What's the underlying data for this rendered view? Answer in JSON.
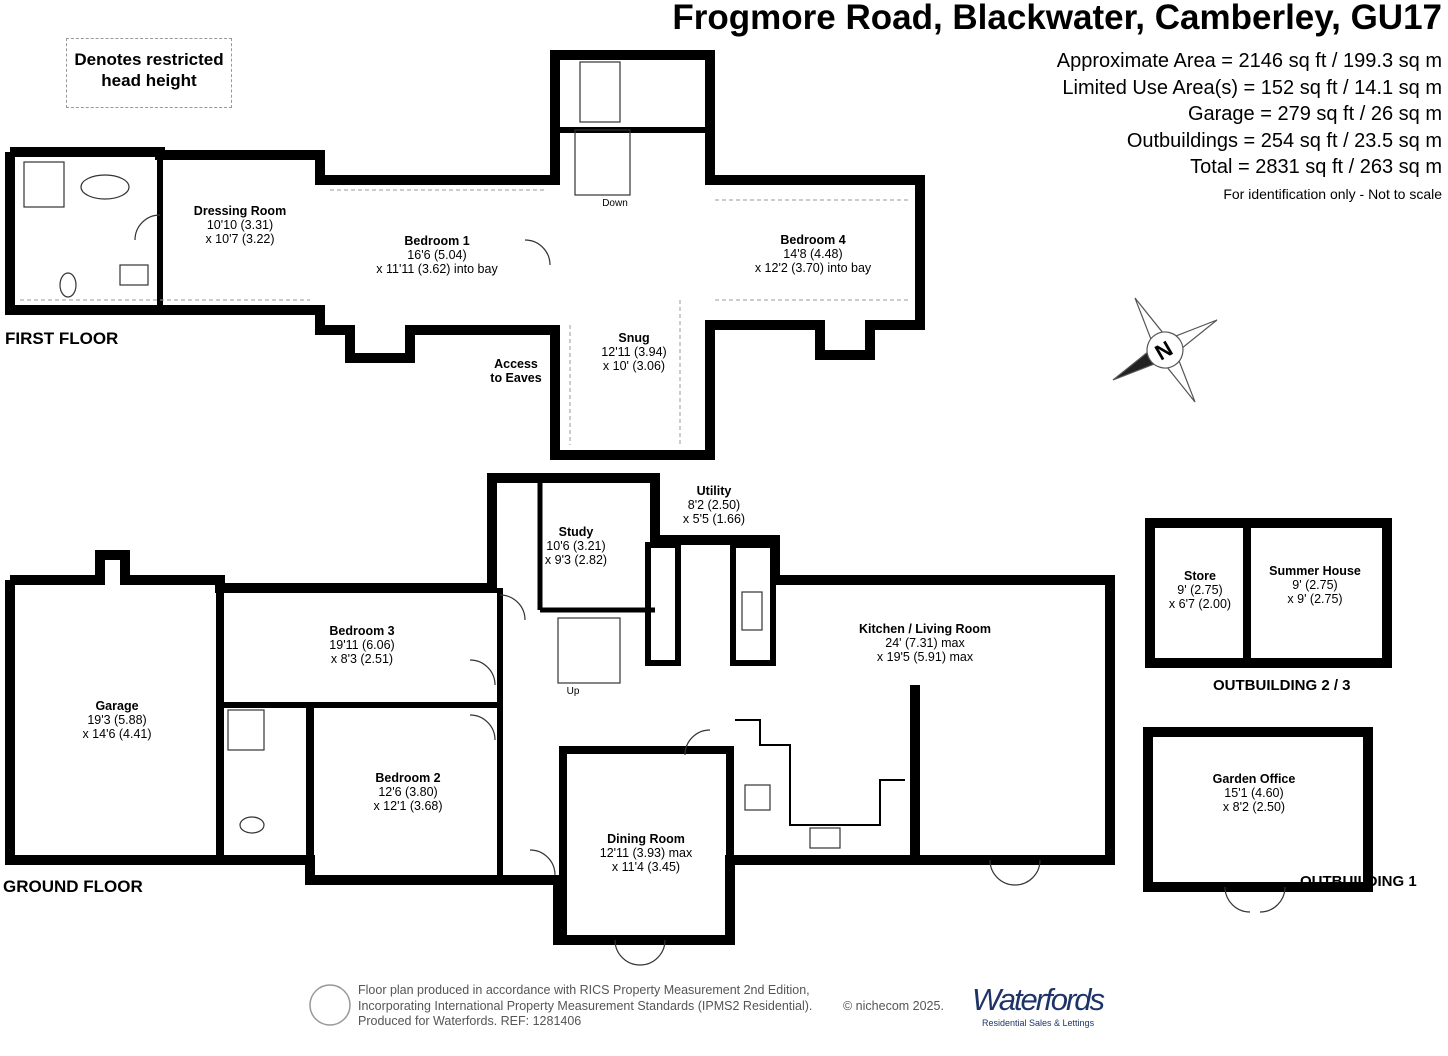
{
  "header": {
    "title": "Frogmore Road, Blackwater, Camberley, GU17",
    "areas": [
      "Approximate Area = 2146 sq ft / 199.3 sq m",
      "Limited Use Area(s) = 152 sq ft / 14.1 sq m",
      "Garage = 279 sq ft / 26 sq m",
      "Outbuildings = 254 sq ft / 23.5 sq m",
      "Total = 2831 sq ft / 263 sq m"
    ],
    "note": "For identification only - Not to scale"
  },
  "legend": {
    "line1": "Denotes restricted",
    "line2": "head height"
  },
  "floors": {
    "first": "FIRST FLOOR",
    "ground": "GROUND FLOOR",
    "out23": "OUTBUILDING 2 / 3",
    "out1": "OUTBUILDING 1"
  },
  "rooms": {
    "dressing": {
      "name": "Dressing Room",
      "d1": "10'10 (3.31)",
      "d2": "x 10'7 (3.22)"
    },
    "bed1": {
      "name": "Bedroom 1",
      "d1": "16'6 (5.04)",
      "d2": "x 11'11 (3.62) into bay"
    },
    "bed4": {
      "name": "Bedroom 4",
      "d1": "14'8 (4.48)",
      "d2": "x 12'2 (3.70) into bay"
    },
    "snug": {
      "name": "Snug",
      "d1": "12'11 (3.94)",
      "d2": "x 10' (3.06)"
    },
    "study": {
      "name": "Study",
      "d1": "10'6 (3.21)",
      "d2": "x 9'3 (2.82)"
    },
    "utility": {
      "name": "Utility",
      "d1": "8'2 (2.50)",
      "d2": "x 5'5 (1.66)"
    },
    "bed3": {
      "name": "Bedroom 3",
      "d1": "19'11 (6.06)",
      "d2": "x 8'3 (2.51)"
    },
    "garage": {
      "name": "Garage",
      "d1": "19'3 (5.88)",
      "d2": "x 14'6 (4.41)"
    },
    "bed2": {
      "name": "Bedroom 2",
      "d1": "12'6 (3.80)",
      "d2": "x 12'1 (3.68)"
    },
    "dining": {
      "name": "Dining Room",
      "d1": "12'11 (3.93) max",
      "d2": "x 11'4 (3.45)"
    },
    "kitchen": {
      "name": "Kitchen / Living Room",
      "d1": "24' (7.31) max",
      "d2": "x 19'5 (5.91) max"
    },
    "store": {
      "name": "Store",
      "d1": "9' (2.75)",
      "d2": "x 6'7 (2.00)"
    },
    "summer": {
      "name": "Summer House",
      "d1": "9' (2.75)",
      "d2": "x 9' (2.75)"
    },
    "office": {
      "name": "Garden Office",
      "d1": "15'1 (4.60)",
      "d2": "x 8'2 (2.50)"
    }
  },
  "labels": {
    "down": "Down",
    "up": "Up",
    "eaves1": "Access",
    "eaves2": "to Eaves",
    "compass": "N"
  },
  "footer": {
    "line1": "Floor plan produced in accordance with RICS Property Measurement 2nd Edition,",
    "line2": "Incorporating International Property Measurement Standards (IPMS2 Residential).",
    "line3": "Produced for Waterfords.   REF: 1281406",
    "copyright": "© nichecom 2025.",
    "logo": "Waterfords",
    "logo_sub": "Residential Sales & Lettings"
  }
}
